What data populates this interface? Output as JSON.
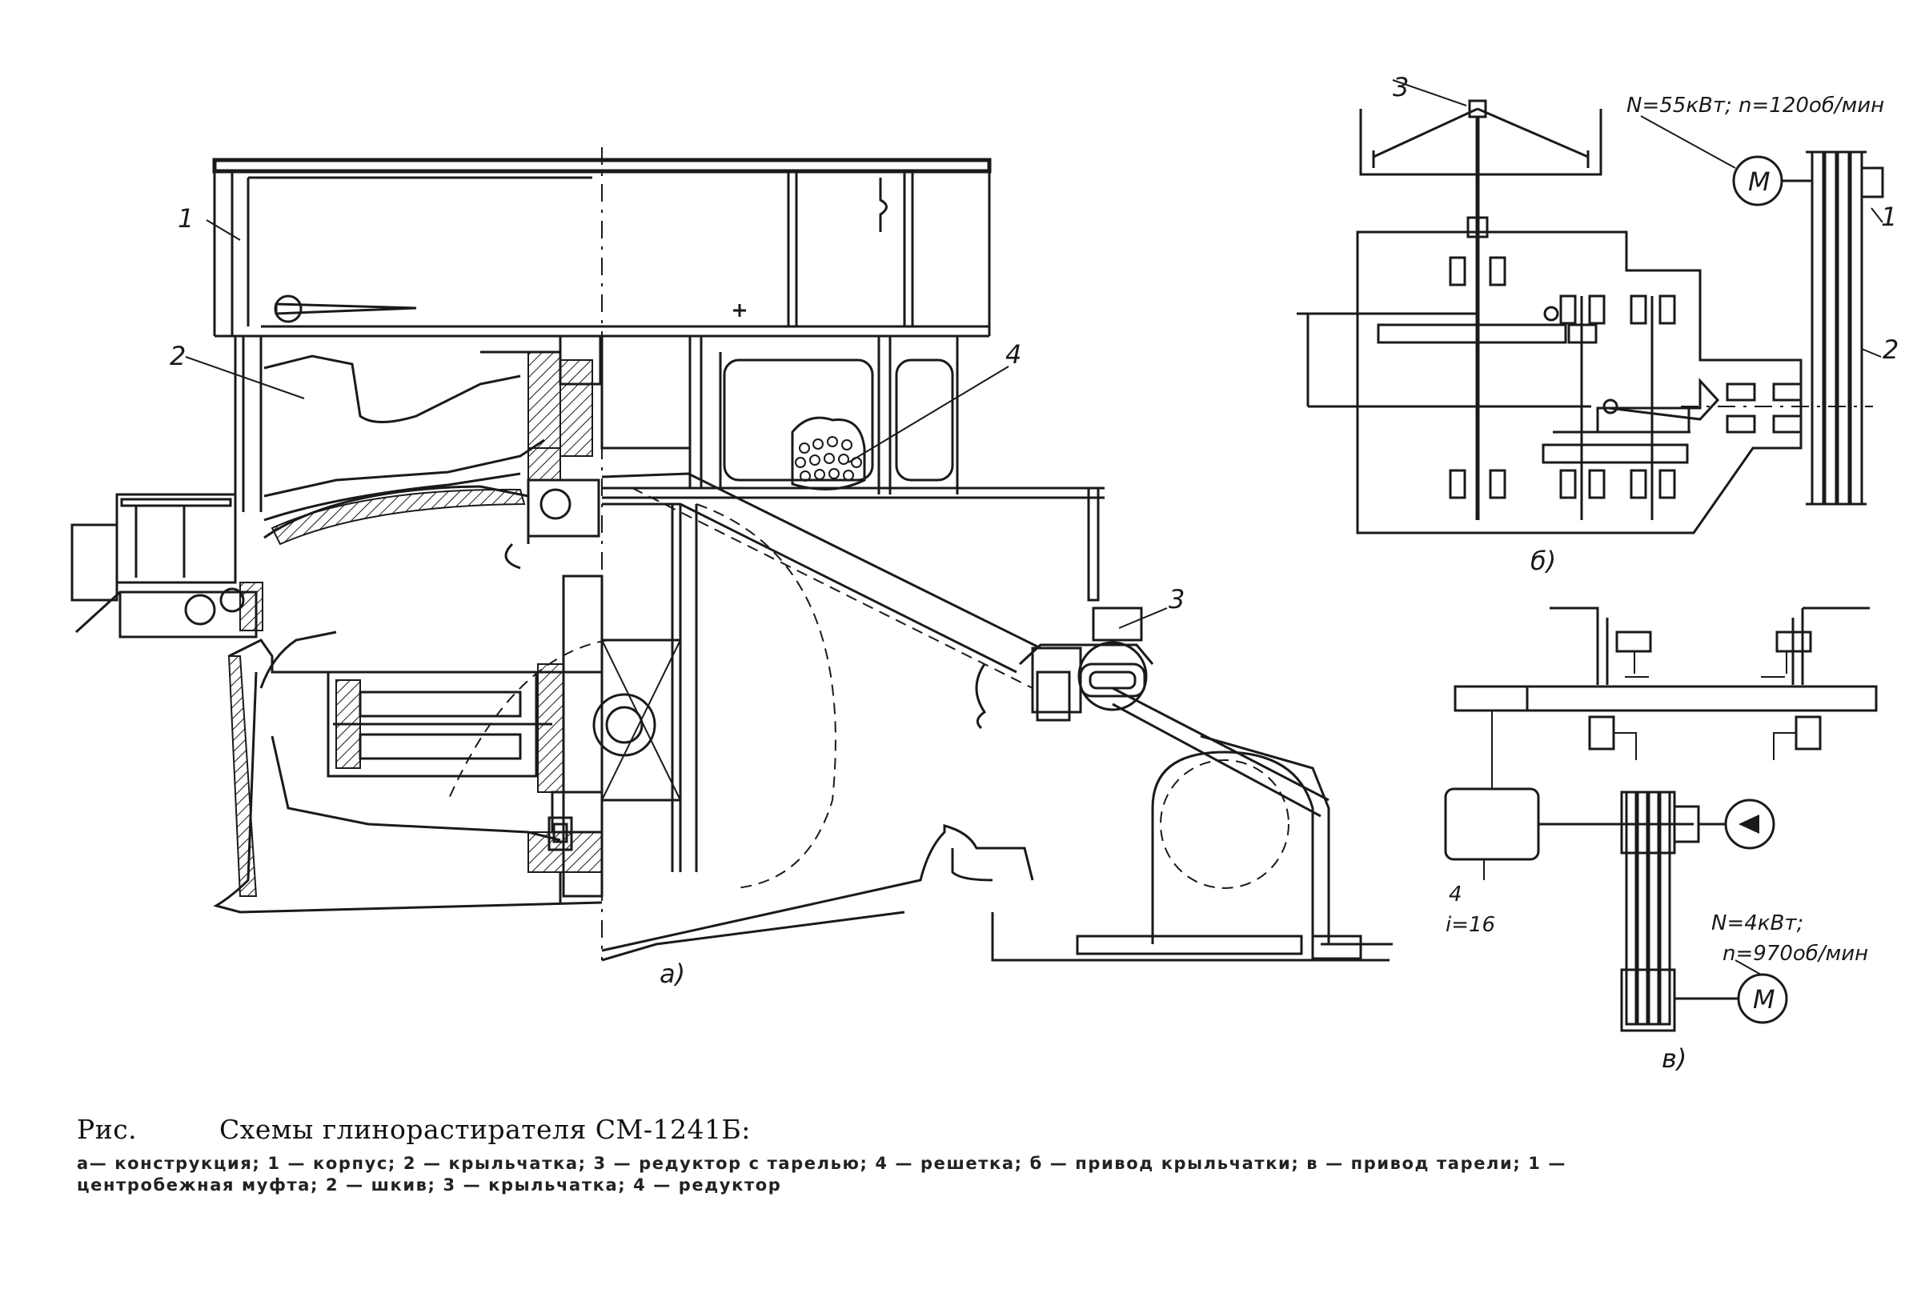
{
  "figure": {
    "label_a": "a)",
    "label_b": "б)",
    "label_c": "в)"
  },
  "callouts_a": {
    "n1": "1",
    "n2": "2",
    "n3": "3",
    "n4": "4"
  },
  "callouts_b": {
    "n1": "1",
    "n2": "2",
    "n3": "3",
    "motor": "M",
    "spec": "N=55кВт; n=120об/мин"
  },
  "callouts_c": {
    "n4": "4",
    "ratio": "i=16",
    "motor": "M",
    "spec_power": "N=4кВт;",
    "spec_speed": "n=970об/мин"
  },
  "caption": {
    "fig": "Рис.",
    "title": "Схемы глинорастирателя СМ-1241Б:",
    "line1": "а— конструкция; 1 — корпус; 2 — крыльчатка; 3 — редуктор с тарелью; 4 — решетка; б — привод крыльчатки; в — привод тарели; 1 —",
    "line2": "центробежная муфта; 2 — шкив; 3 — крыльчатка; 4 — редуктор"
  }
}
